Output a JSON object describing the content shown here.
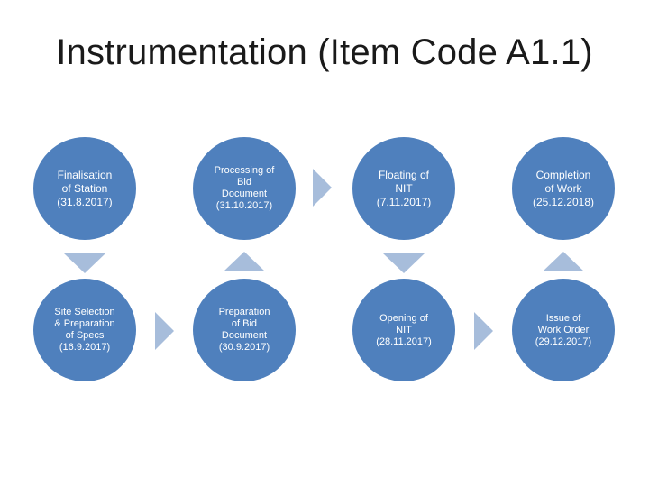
{
  "title": "Instrumentation (Item Code A1.1)",
  "nodes": {
    "finalisation": [
      "Finalisation",
      "of Station",
      "(31.8.2017)"
    ],
    "processing": [
      "Processing of",
      "Bid",
      "Document",
      "(31.10.2017)"
    ],
    "floating": [
      "Floating of",
      "NIT",
      "(7.11.2017)"
    ],
    "completion": [
      "Completion",
      "of Work",
      "(25.12.2018)"
    ],
    "site_selection": [
      "Site Selection",
      "& Preparation",
      "of Specs",
      "(16.9.2017)"
    ],
    "preparation": [
      "Preparation",
      "of Bid",
      "Document",
      "(30.9.2017)"
    ],
    "opening": [
      "Opening of",
      "NIT",
      "(28.11.2017)"
    ],
    "issue": [
      "Issue of",
      "Work Order",
      "(29.12.2017)"
    ]
  },
  "colors": {
    "node_fill": "#4f80bd",
    "arrow_fill": "#a7bddb",
    "node_text": "#ffffff",
    "title_text": "#1a1a1a"
  },
  "icons": {
    "arrow_down": "triangle-down",
    "arrow_up": "triangle-up",
    "arrow_right": "triangle-right"
  }
}
